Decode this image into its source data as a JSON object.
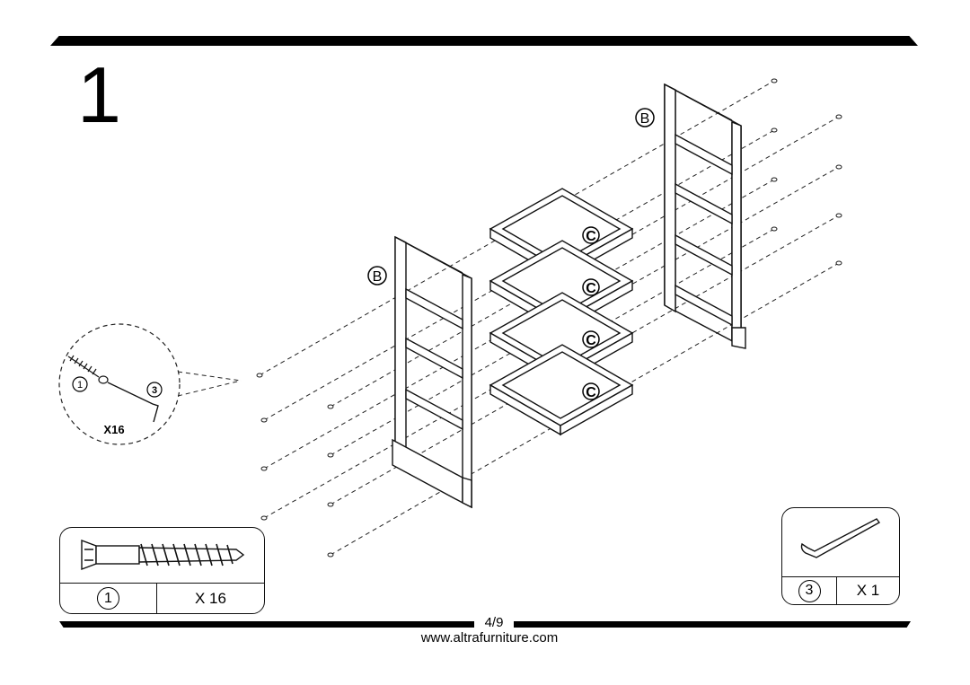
{
  "step": {
    "number": "1"
  },
  "diagram": {
    "labels": {
      "side_panel": "B",
      "shelf": "C"
    },
    "detail": {
      "part_screw": "1",
      "part_wrench": "3",
      "quantity": "X16"
    }
  },
  "parts": [
    {
      "name": "screw",
      "number": "1",
      "quantity": "X 16"
    },
    {
      "name": "allen-key",
      "number": "3",
      "quantity": "X 1"
    }
  ],
  "footer": {
    "page": "4/9",
    "website": "www.altrafurniture.com"
  }
}
